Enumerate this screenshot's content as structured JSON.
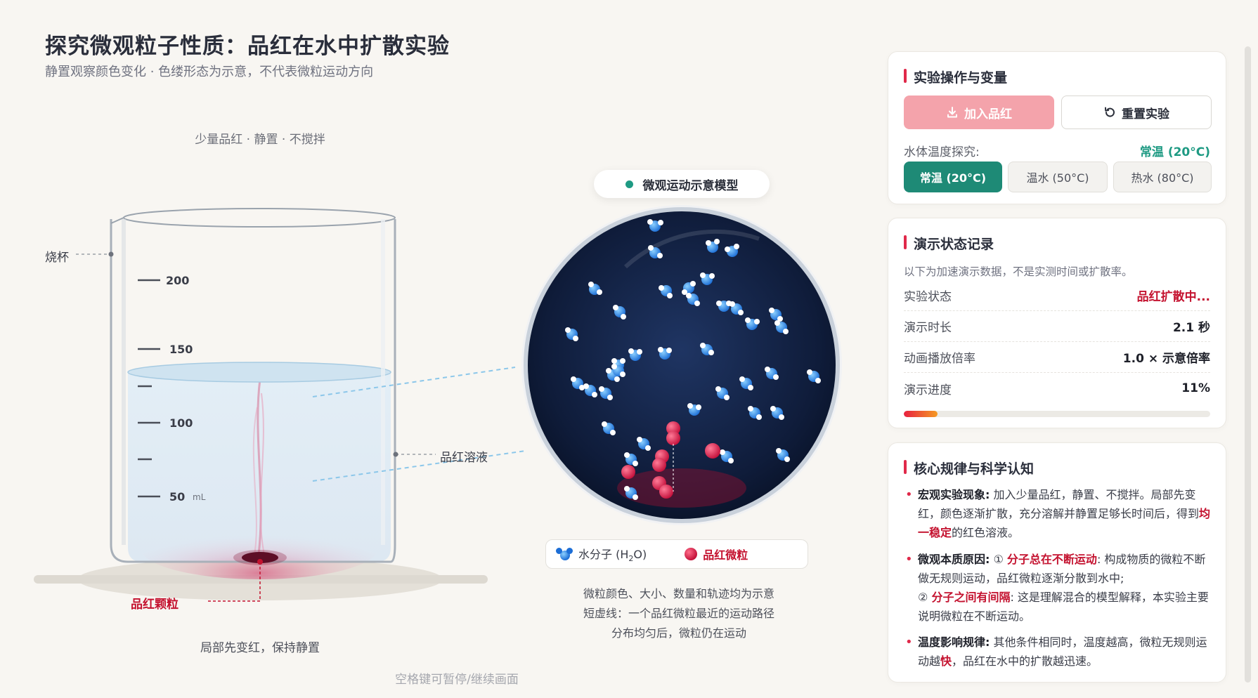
{
  "header": {
    "title": "探究微观粒子性质：品红在水中扩散实验",
    "subtitle": "静置观察颜色变化 · 色缕形态为示意，不代表微粒运动方向"
  },
  "beaker": {
    "caption": "少量品红 · 静置 · 不搅拌",
    "label_beaker": "烧杯",
    "label_solution": "品红溶液",
    "label_particle": "品红颗粒",
    "scale": [
      "200",
      "150",
      "100",
      "50"
    ],
    "unit": "mL",
    "status": "局部先变红，保持静置"
  },
  "hint": "空格键可暂停/继续画面",
  "model": {
    "title": "微观运动示意模型",
    "legend_water_prefix": "水分子 (H",
    "legend_water_sub": "2",
    "legend_water_suffix": "O)",
    "legend_dye": "品红微粒",
    "notes": [
      "微粒颜色、大小、数量和轨迹均为示意",
      "短虚线：一个品红微粒最近的运动路径",
      "分布均匀后，微粒仍在运动"
    ]
  },
  "controls": {
    "title": "实验操作与变量",
    "add_button": "加入品红",
    "reset_button": "重置实验",
    "temp_label": "水体温度探究:",
    "temp_value": "常温 (20°C)",
    "temp_options": [
      "常温 (20°C)",
      "温水 (50°C)",
      "热水 (80°C)"
    ]
  },
  "status": {
    "title": "演示状态记录",
    "note": "以下为加速演示数据，不是实测时间或扩散率。",
    "rows": [
      {
        "k": "实验状态",
        "v": "品红扩散中..."
      },
      {
        "k": "演示时长",
        "v": "2.1 秒"
      },
      {
        "k": "动画播放倍率",
        "v": "1.0 × 示意倍率"
      },
      {
        "k": "演示进度",
        "v": "11%"
      }
    ],
    "progress": 0.11
  },
  "laws": {
    "title": "核心规律与科学认知",
    "l1_head": "宏观实验现象:",
    "l1_a": " 加入少量品红，静置、不搅拌。局部先变红，颜色逐渐扩散，充分溶解并静置足够长时间后，得到",
    "l1_hl": "均一稳定",
    "l1_b": "的红色溶液。",
    "l2_head": "微观本质原因:",
    "l2_n1": " ① ",
    "l2_hl1": "分子总在不断运动",
    "l2_a": ": 构成物质的微粒不断做无规则运动，品红微粒逐渐分散到水中;",
    "l2_n2": "② ",
    "l2_hl2": "分子之间有间隔",
    "l2_b": ": 这是理解混合的模型解释，本实验主要说明微粒在不断运动。",
    "l3_head": "温度影响规律:",
    "l3_a": " 其他条件相同时，温度越高，微粒无规则运动越",
    "l3_hl": "快",
    "l3_b": "，品红在水中的扩散越迅速。"
  },
  "colors": {
    "accent_red": "#c4122f",
    "accent_green": "#1e9a83",
    "button_pink": "#f4a3ab"
  }
}
